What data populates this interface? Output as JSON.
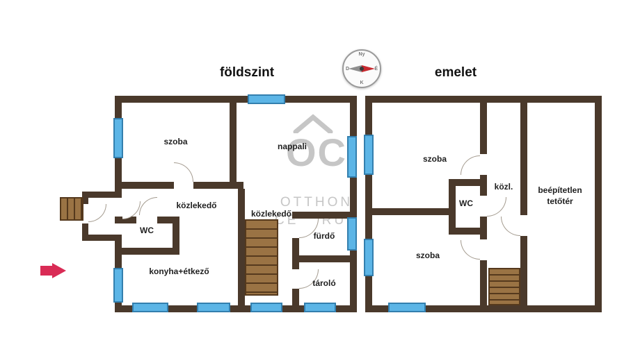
{
  "floor_titles": {
    "ground": "földszint",
    "upper": "emelet"
  },
  "compass": {
    "top": "Ny",
    "right": "É",
    "bottom": "K",
    "left": "D"
  },
  "watermark": {
    "abbr": "OC",
    "line1": "OTTHON",
    "line2": "CENTRUM"
  },
  "gf": {
    "szoba": "szoba",
    "nappali": "nappali",
    "kozlekedo1": "közlekedő",
    "wc": "WC",
    "konyha": "konyha+étkező",
    "kozlekedo2": "közlekedő",
    "furdo": "fürdő",
    "tarolo": "tároló"
  },
  "uf": {
    "szoba_felso": "szoba",
    "szoba_also": "szoba",
    "kozl": "közl.",
    "wc": "WC",
    "tetoter": "beépítetlen tetőtér"
  },
  "colors": {
    "wall": "#4a392b",
    "window": "#5cb5e6",
    "stairs": "#9a7344",
    "arrow": "#d92b55",
    "watermark": "#c6c6c6"
  }
}
